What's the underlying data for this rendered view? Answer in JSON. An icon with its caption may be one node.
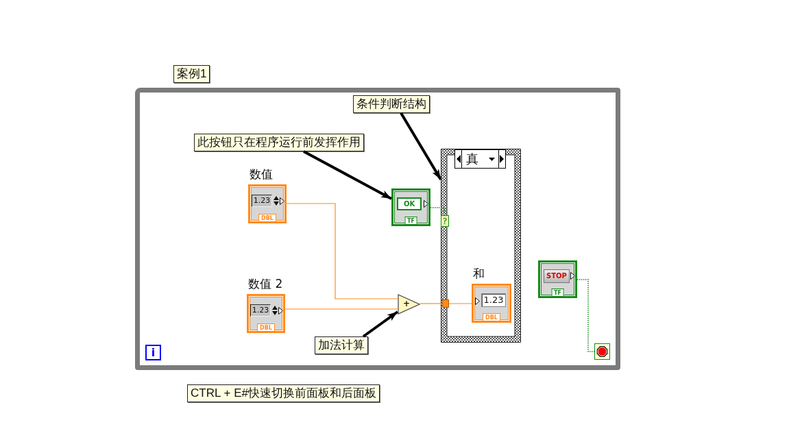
{
  "diagram": {
    "nodes": [
      {
        "text": [
          "案例1"
        ]
      },
      {
        "text": [],
        "shape": "box"
      },
      {
        "text": [
          "条件判断结构"
        ],
        "in": 1
      },
      {
        "text": [
          "此按钮只在程序运行前发挥作用"
        ],
        "in": 1
      },
      {
        "text": [
          "数值",
          "1.23",
          "DBL"
        ],
        "in": 1
      },
      {
        "text": [
          "OK",
          "TF"
        ],
        "in": 1
      },
      {
        "text": [
          "真"
        ],
        "in": 1
      },
      {
        "text": [
          "?"
        ],
        "in": 6
      },
      {
        "text": [
          "数值 2",
          "1.23",
          "DBL"
        ],
        "in": 1
      },
      {
        "text": [
          "+"
        ],
        "in": 1
      },
      {
        "text": [],
        "shape": "box",
        "in": 6
      },
      {
        "text": [
          "和",
          "1.23",
          "DBL"
        ],
        "in": 6
      },
      {
        "text": [
          "加法计算"
        ],
        "in": 1
      },
      {
        "text": [
          "STOP",
          "TF"
        ],
        "in": 1
      },
      {
        "text": [],
        "shape": "box",
        "in": 1
      },
      {
        "text": [
          "i"
        ],
        "in": 1
      },
      {
        "text": [
          "CTRL + E#快速切换前面板和后面板"
        ]
      }
    ],
    "edges": [
      {
        "from": 3,
        "to": 5,
        "arrow": "to",
        "style": "thick",
        "color": "#000000"
      },
      {
        "from": 2,
        "to": 6,
        "arrow": "to",
        "style": "thick",
        "color": "#000000"
      },
      {
        "from": 4,
        "to": 9,
        "arrow": "none"
      },
      {
        "from": 8,
        "to": 9,
        "arrow": "none"
      },
      {
        "from": 5,
        "to": 7,
        "arrow": "none",
        "style": "dashed",
        "color": "#14891a"
      },
      {
        "from": 9,
        "to": 10,
        "arrow": "none"
      },
      {
        "from": 10,
        "to": 11,
        "arrow": "none"
      },
      {
        "from": 12,
        "to": 9,
        "arrow": "to",
        "style": "thick",
        "color": "#000000"
      },
      {
        "from": 13,
        "to": 14,
        "arrow": "none",
        "style": "dashed",
        "color": "#14891a"
      }
    ]
  }
}
